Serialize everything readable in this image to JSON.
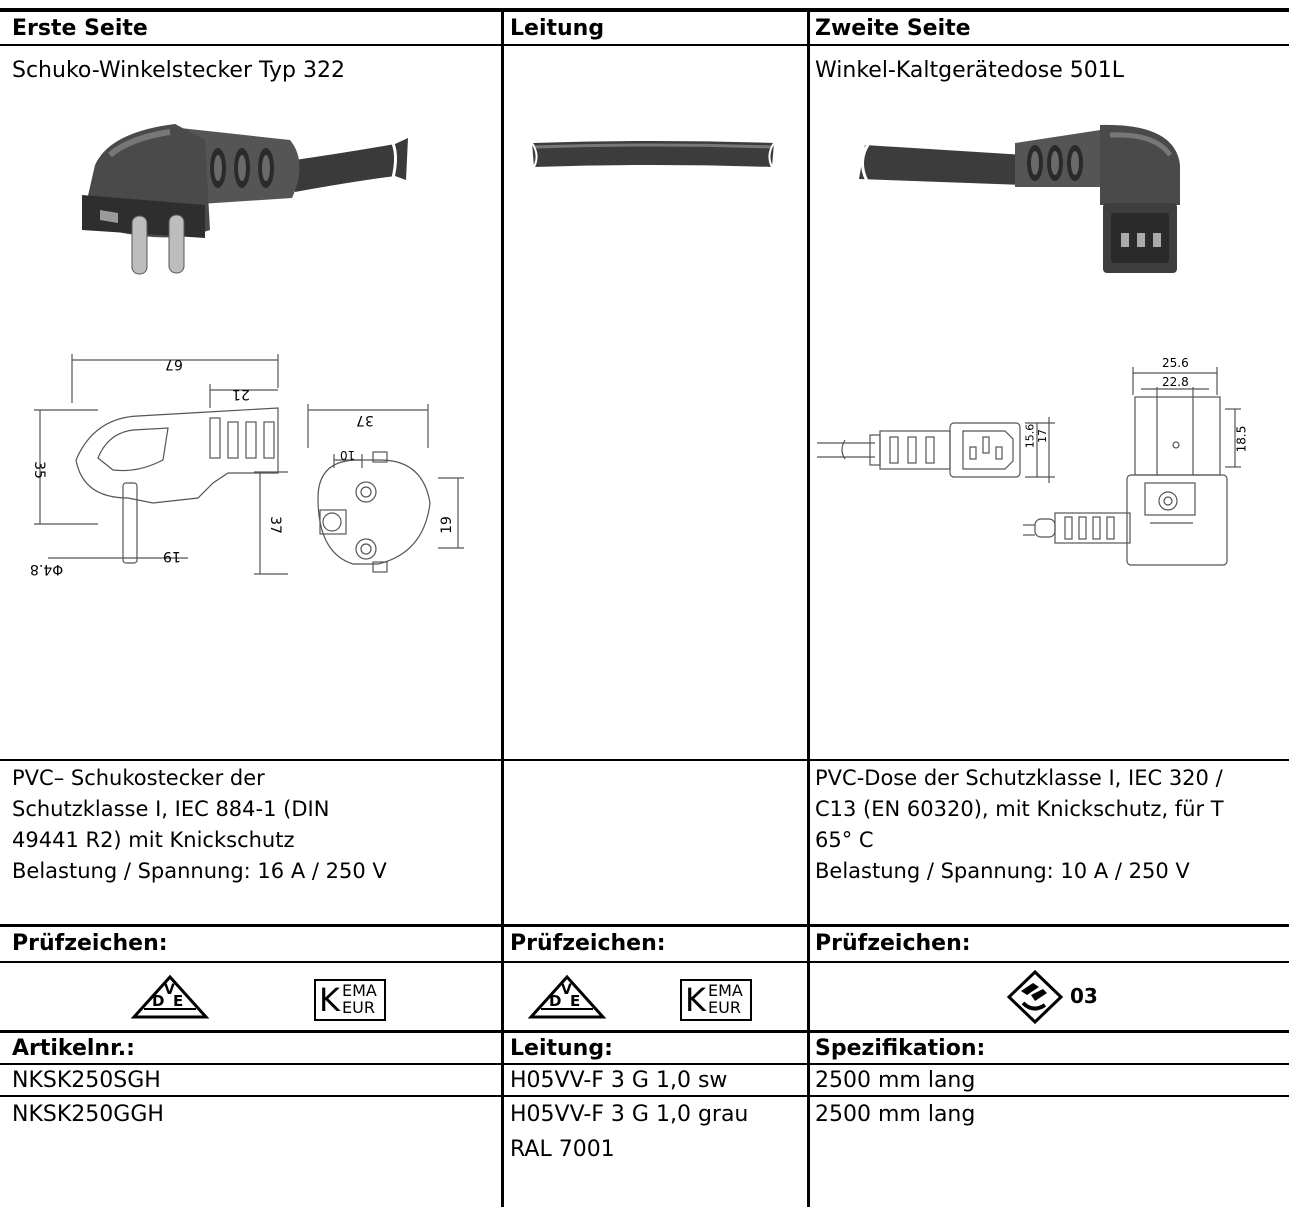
{
  "header": {
    "col1": "Erste Seite",
    "col2": "Leitung",
    "col3": "Zweite Seite"
  },
  "side1": {
    "title": "Schuko-Winkelstecker Typ 322",
    "drawing_dims": [
      "67",
      "21",
      "35",
      "19",
      "Φ4.8",
      "37",
      "10",
      "37",
      "19"
    ],
    "description_lines": [
      "PVC– Schukostecker der",
      "Schutzklasse I, IEC 884-1 (DIN",
      "49441 R2) mit Knickschutz",
      "Belastung / Spannung: 16 A / 250 V"
    ]
  },
  "side2": {
    "title": "Winkel-Kaltgerätedose 501L",
    "drawing_dims": [
      "25.6",
      "22.8",
      "18.5",
      "15.6",
      "17"
    ],
    "description_lines": [
      "PVC-Dose der Schutzklasse I, IEC 320 /",
      "C13 (EN 60320), mit Knickschutz, für T",
      "65° C",
      "Belastung / Spannung: 10 A / 250 V"
    ]
  },
  "pruefzeichen": {
    "label": "Prüfzeichen:",
    "vde_letters": {
      "top": "V",
      "left": "D",
      "right": "E"
    },
    "kema_lines": [
      "EMA",
      "EUR"
    ],
    "kema_k": "K",
    "enec_number": "03"
  },
  "articles": {
    "headers": [
      "Artikelnr.:",
      "Leitung:",
      "Spezifikation:"
    ],
    "rows": [
      {
        "artikel": "NKSK250SGH",
        "leitung": "H05VV-F 3 G 1,0 sw",
        "spezifikation": "2500 mm lang"
      },
      {
        "artikel": "NKSK250GGH",
        "leitung": "H05VV-F 3 G 1,0 grau",
        "leitung2": "RAL 7001",
        "spezifikation": "2500 mm lang"
      }
    ]
  }
}
